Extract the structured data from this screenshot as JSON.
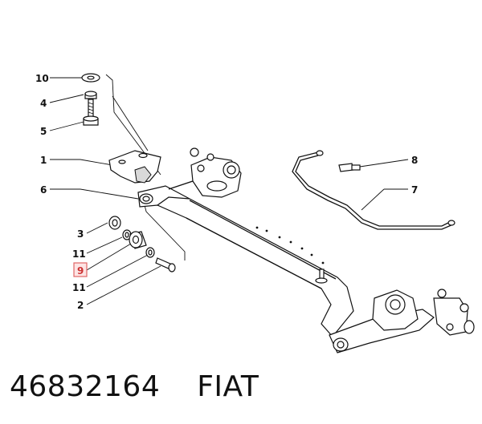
{
  "callouts": [
    {
      "id": "10",
      "label": "10",
      "highlighted": false
    },
    {
      "id": "4",
      "label": "4",
      "highlighted": false
    },
    {
      "id": "5",
      "label": "5",
      "highlighted": false
    },
    {
      "id": "1",
      "label": "1",
      "highlighted": false
    },
    {
      "id": "6",
      "label": "6",
      "highlighted": false
    },
    {
      "id": "8",
      "label": "8",
      "highlighted": false
    },
    {
      "id": "7",
      "label": "7",
      "highlighted": false
    },
    {
      "id": "3",
      "label": "3",
      "highlighted": false
    },
    {
      "id": "11a",
      "label": "11",
      "highlighted": false
    },
    {
      "id": "9",
      "label": "9",
      "highlighted": true
    },
    {
      "id": "11b",
      "label": "11",
      "highlighted": false
    },
    {
      "id": "2",
      "label": "2",
      "highlighted": false
    }
  ],
  "footer": {
    "part_number": "46832164",
    "brand": "FIAT"
  },
  "colors": {
    "highlight_border": "#e06666",
    "highlight_fill": "#fde4e4",
    "line": "#111111"
  }
}
